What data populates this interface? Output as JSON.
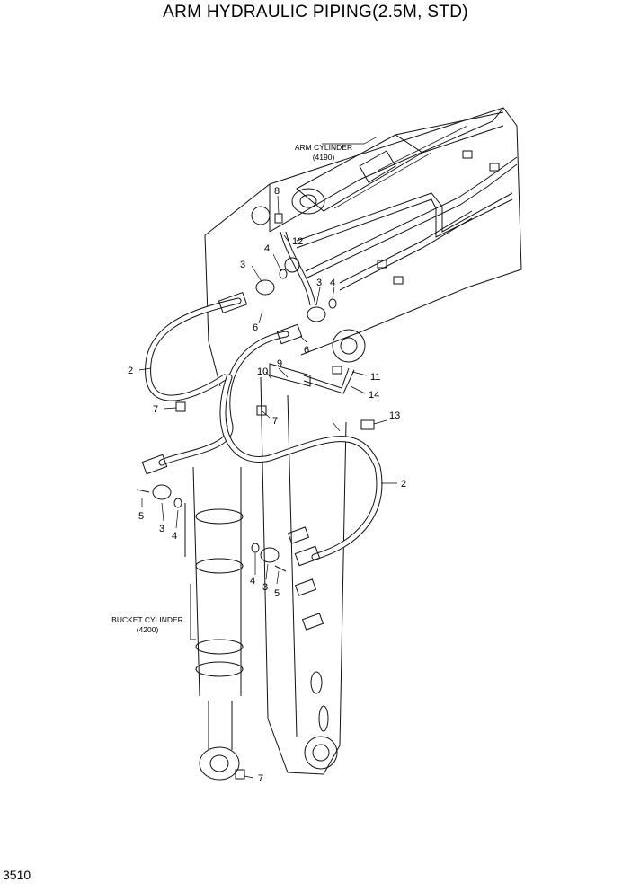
{
  "page": {
    "title": "ARM HYDRAULIC PIPING(2.5M, STD)",
    "page_number": "3510"
  },
  "annotations": {
    "arm_cylinder": {
      "label": "ARM CYLINDER",
      "ref": "(4190)"
    },
    "bucket_cylinder": {
      "label": "BUCKET CYLINDER",
      "ref": "(4200)"
    }
  },
  "callouts": {
    "c8": "8",
    "c12": "12",
    "c4a": "4",
    "c3a": "3",
    "c3b": "3",
    "c4b": "4",
    "c6a": "6",
    "c6b": "6",
    "c2a": "2",
    "c9": "9",
    "c10": "10",
    "c11": "11",
    "c14": "14",
    "c7a": "7",
    "c7b": "7",
    "c13": "13",
    "c2b": "2",
    "c5a": "5",
    "c3c": "3",
    "c4c": "4",
    "c4d": "4",
    "c3d": "3",
    "c5b": "5",
    "c7c": "7"
  }
}
